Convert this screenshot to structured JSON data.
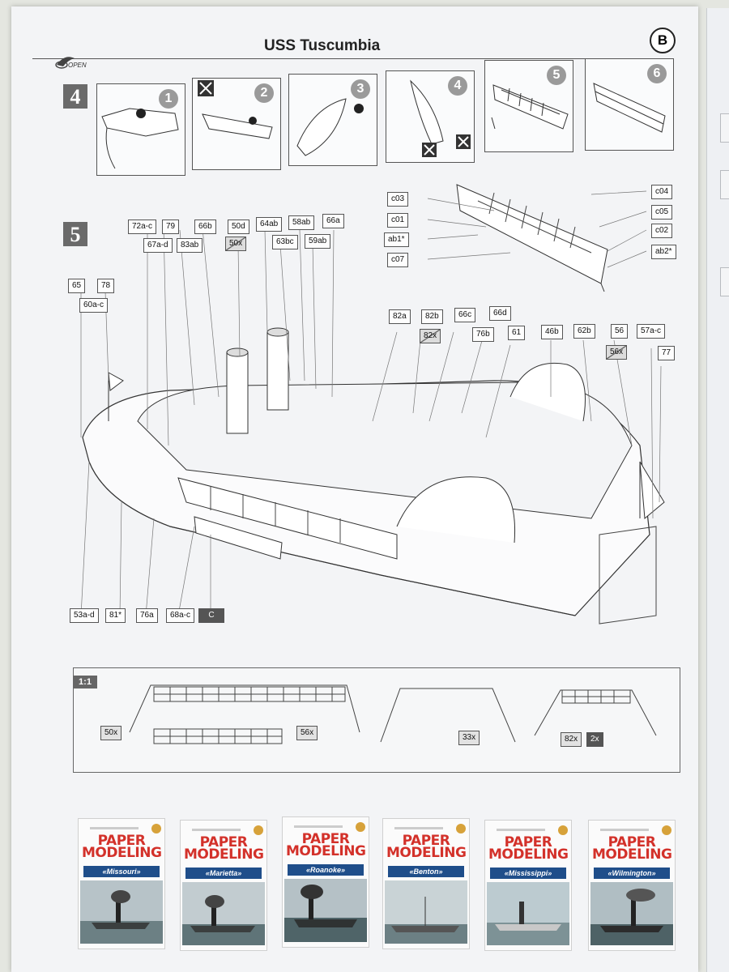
{
  "header": {
    "title": "USS Tuscumbia",
    "sheet": "B",
    "logo": "OPEN"
  },
  "step4": {
    "number": "4",
    "panels": [
      {
        "index": "1"
      },
      {
        "index": "2"
      },
      {
        "index": "3"
      },
      {
        "index": "4"
      },
      {
        "index": "5"
      },
      {
        "index": "6"
      }
    ]
  },
  "step5": {
    "number": "5",
    "top_labels": [
      {
        "text": "72a-c",
        "style": "plain"
      },
      {
        "text": "79",
        "style": "plain"
      },
      {
        "text": "66b",
        "style": "plain"
      },
      {
        "text": "50d",
        "style": "plain"
      },
      {
        "text": "64ab",
        "style": "plain"
      },
      {
        "text": "58ab",
        "style": "plain"
      },
      {
        "text": "66a",
        "style": "plain"
      },
      {
        "text": "67a-d",
        "style": "plain"
      },
      {
        "text": "83ab",
        "style": "plain"
      },
      {
        "text": "50x",
        "style": "crossed"
      },
      {
        "text": "63bc",
        "style": "plain"
      },
      {
        "text": "59ab",
        "style": "plain"
      }
    ],
    "boat_labels": [
      {
        "text": "c03"
      },
      {
        "text": "c01"
      },
      {
        "text": "ab1*"
      },
      {
        "text": "c07"
      },
      {
        "text": "c04"
      },
      {
        "text": "c05"
      },
      {
        "text": "c02"
      },
      {
        "text": "ab2*"
      }
    ],
    "left_labels": [
      {
        "text": "65"
      },
      {
        "text": "78"
      },
      {
        "text": "60a-c"
      }
    ],
    "right_labels": [
      {
        "text": "82a",
        "style": "plain"
      },
      {
        "text": "82b",
        "style": "plain"
      },
      {
        "text": "66c",
        "style": "plain"
      },
      {
        "text": "66d",
        "style": "plain"
      },
      {
        "text": "82x",
        "style": "crossed"
      },
      {
        "text": "76b",
        "style": "plain"
      },
      {
        "text": "61",
        "style": "plain"
      },
      {
        "text": "46b",
        "style": "plain"
      },
      {
        "text": "62b",
        "style": "plain"
      },
      {
        "text": "56",
        "style": "plain"
      },
      {
        "text": "57a-c",
        "style": "plain"
      },
      {
        "text": "56x",
        "style": "crossed"
      },
      {
        "text": "77",
        "style": "plain"
      }
    ],
    "bottom_labels": [
      {
        "text": "53a-d",
        "style": "plain"
      },
      {
        "text": "81*",
        "style": "plain"
      },
      {
        "text": "76a",
        "style": "plain"
      },
      {
        "text": "68a-c",
        "style": "plain"
      },
      {
        "text": "C",
        "style": "dark"
      }
    ]
  },
  "scale": {
    "tag": "1:1",
    "labels": [
      {
        "text": "50x"
      },
      {
        "text": "56x"
      },
      {
        "text": "33x"
      },
      {
        "text": "82x"
      },
      {
        "text": "2x"
      }
    ]
  },
  "covers": {
    "brand_line1": "PAPER",
    "brand_line2": "MODELING",
    "items": [
      {
        "name": "«Missouri»"
      },
      {
        "name": "«Marietta»"
      },
      {
        "name": "«Roanoke»"
      },
      {
        "name": "«Benton»"
      },
      {
        "name": "«Mississippi»"
      },
      {
        "name": "«Wilmington»"
      }
    ]
  },
  "colors": {
    "step_box": "#6a6a6a",
    "brand_red": "#d3312a",
    "banner_blue": "#1f4e8a"
  }
}
